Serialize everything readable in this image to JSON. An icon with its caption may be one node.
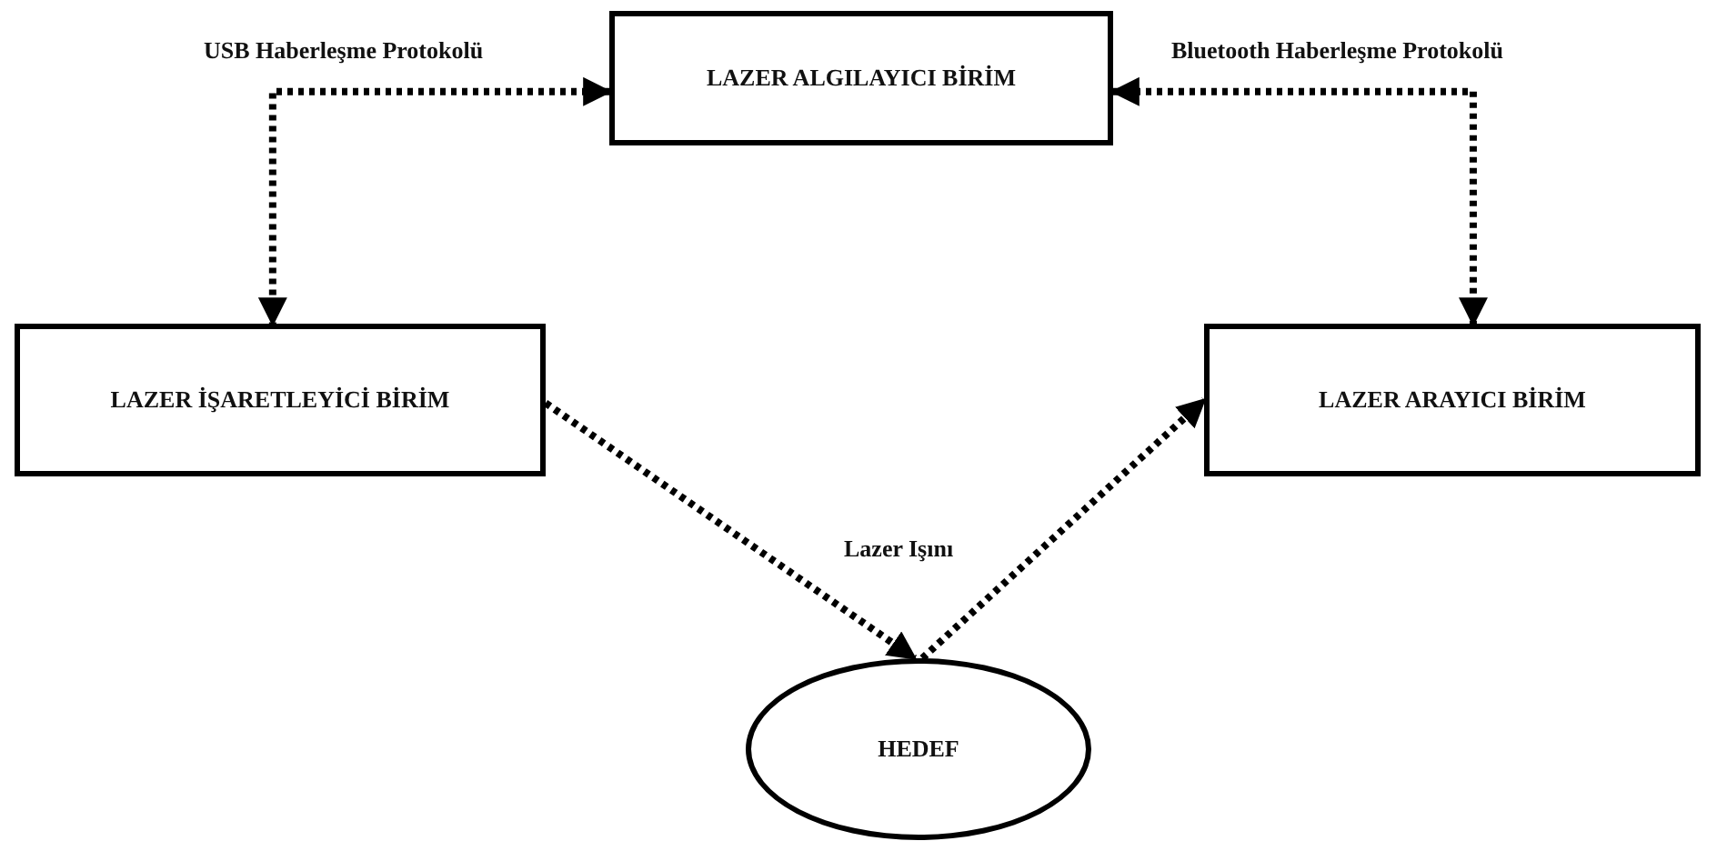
{
  "diagram": {
    "nodes": [
      {
        "text": [
          "LAZER ALGILAYICI BİRİM"
        ]
      },
      {
        "text": [
          "LAZER İŞARETLEYİCİ BİRİM"
        ]
      },
      {
        "text": [
          "LAZER ARAYICI BİRİM"
        ]
      },
      {
        "text": [
          "HEDEF"
        ]
      }
    ],
    "edges": [
      {
        "from": 0,
        "to": 1,
        "arrow": "both",
        "style": "dashed",
        "label": "USB Haberleşme Protokolü"
      },
      {
        "from": 0,
        "to": 2,
        "arrow": "both",
        "style": "dashed",
        "label": "Bluetooth Haberleşme Protokolü"
      },
      {
        "from": 1,
        "to": 3,
        "arrow": "to",
        "style": "dashed"
      },
      {
        "from": 3,
        "to": 2,
        "arrow": "to",
        "style": "dashed"
      }
    ],
    "labels": [
      "Lazer Işını"
    ]
  }
}
